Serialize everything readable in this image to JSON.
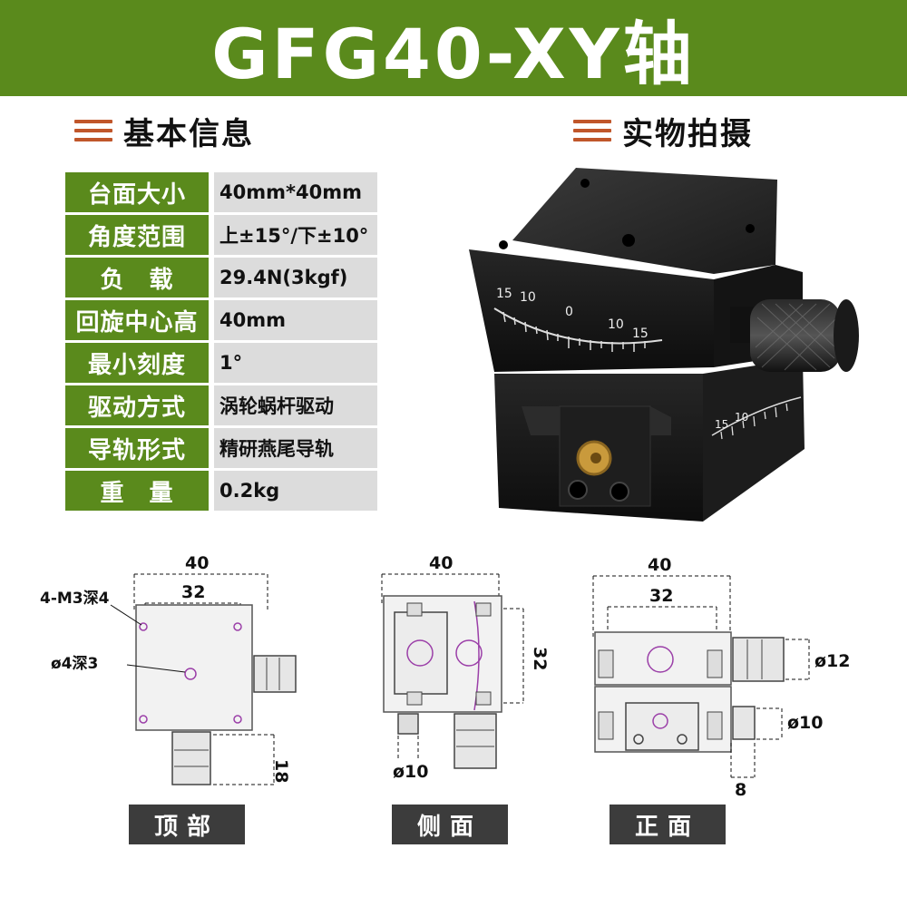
{
  "banner": {
    "title": "GFG40-XY轴"
  },
  "sections": {
    "basic_info": "基本信息",
    "photo": "实物拍摄"
  },
  "specs": [
    {
      "key": "台面大小",
      "value": "40mm*40mm"
    },
    {
      "key": "角度范围",
      "value": "上±15°/下±10°"
    },
    {
      "key": "负　载",
      "value": "29.4N(3kgf)"
    },
    {
      "key": "回旋中心高",
      "value": "40mm"
    },
    {
      "key": "最小刻度",
      "value": "1°"
    },
    {
      "key": "驱动方式",
      "value": "涡轮蜗杆驱动"
    },
    {
      "key": "导轨形式",
      "value": "精研燕尾导轨"
    },
    {
      "key": "重　量",
      "value": "0.2kg"
    }
  ],
  "photo_scale": {
    "upper": [
      "15",
      "10",
      "0",
      "10",
      "15"
    ],
    "lower": [
      "15",
      "10"
    ]
  },
  "drawings": {
    "top": {
      "label": "顶部",
      "dims": [
        "40",
        "32",
        "18"
      ],
      "notes": [
        "4-M3深4",
        "ø4深3"
      ]
    },
    "side": {
      "label": "侧面",
      "dims": [
        "40",
        "32",
        "ø10"
      ]
    },
    "front": {
      "label": "正面",
      "dims": [
        "40",
        "32",
        "ø12",
        "ø10",
        "8"
      ]
    }
  },
  "colors": {
    "brand_green": "#5a8a1c",
    "accent_orange": "#c0562a",
    "label_dark": "#3c3c3c",
    "dimension_purple": "#9b3fa8"
  }
}
